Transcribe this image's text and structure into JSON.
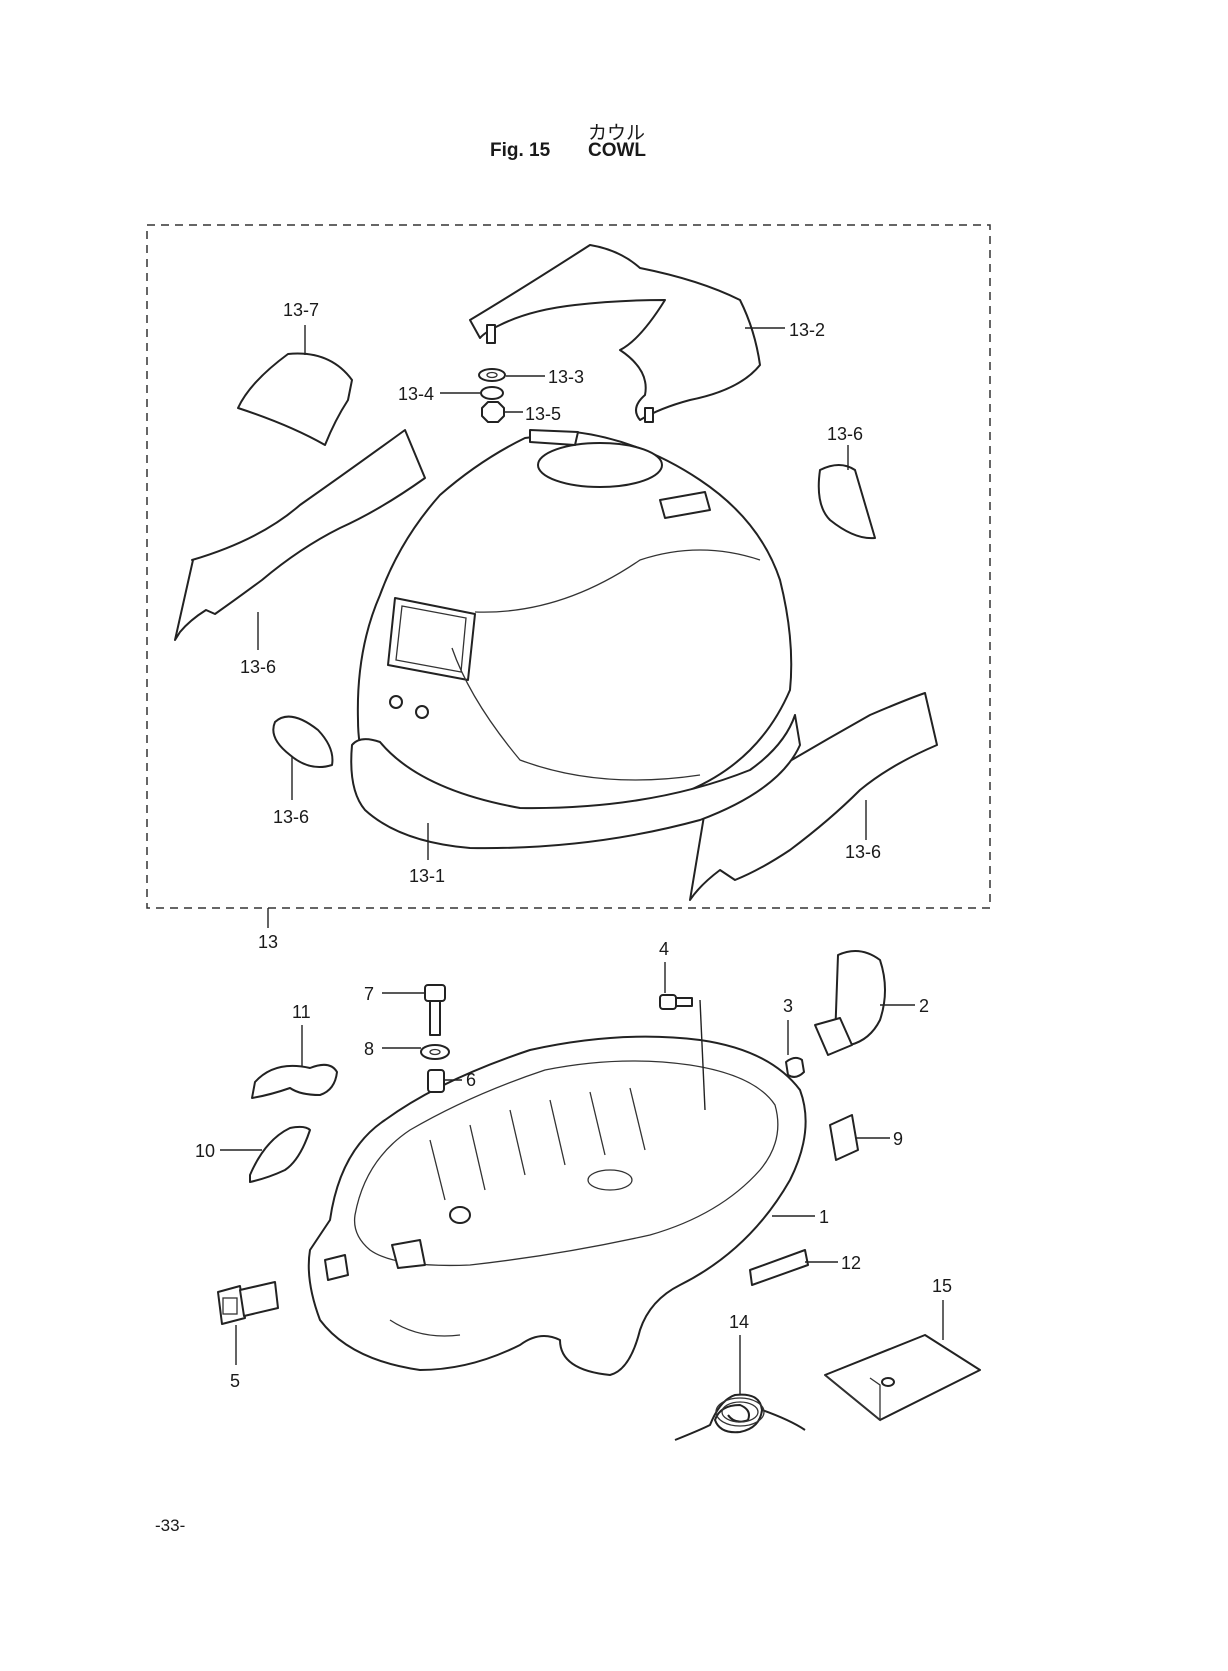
{
  "figure": {
    "title_jp": "カウル",
    "fig_label": "Fig. 15",
    "title_en": "COWL"
  },
  "callouts": {
    "c13_7": "13-7",
    "c13_2": "13-2",
    "c13_3": "13-3",
    "c13_4": "13-4",
    "c13_5": "13-5",
    "c13_6_right": "13-6",
    "c13_6_left": "13-6",
    "c13_6_small": "13-6",
    "c13_6_bottom": "13-6",
    "c13_1": "13-1",
    "c13": "13",
    "c1": "1",
    "c2": "2",
    "c3": "3",
    "c4": "4",
    "c5": "5",
    "c6": "6",
    "c7": "7",
    "c8": "8",
    "c9": "9",
    "c10": "10",
    "c11": "11",
    "c12": "12",
    "c14": "14",
    "c15": "15"
  },
  "page_number": "-33-"
}
